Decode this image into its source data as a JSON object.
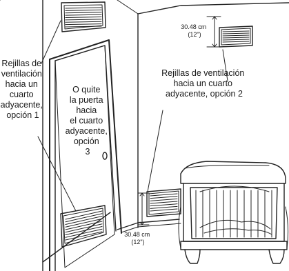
{
  "labels": {
    "option1": [
      "Rejillas de",
      "ventilación",
      "hacia un",
      "cuarto",
      "adyacente,",
      "opción 1"
    ],
    "option3": [
      "O quite",
      "la puerta",
      "hacia",
      "el cuarto",
      "adyacente,",
      "opción",
      "3"
    ],
    "option2": [
      "Rejillas de ventilación",
      "hacia un cuarto",
      "adyacente, opción 2"
    ],
    "dim_top": [
      "30.48 cm",
      "(12\")"
    ],
    "dim_bottom": [
      "30.48 cm",
      "(12\")"
    ]
  }
}
